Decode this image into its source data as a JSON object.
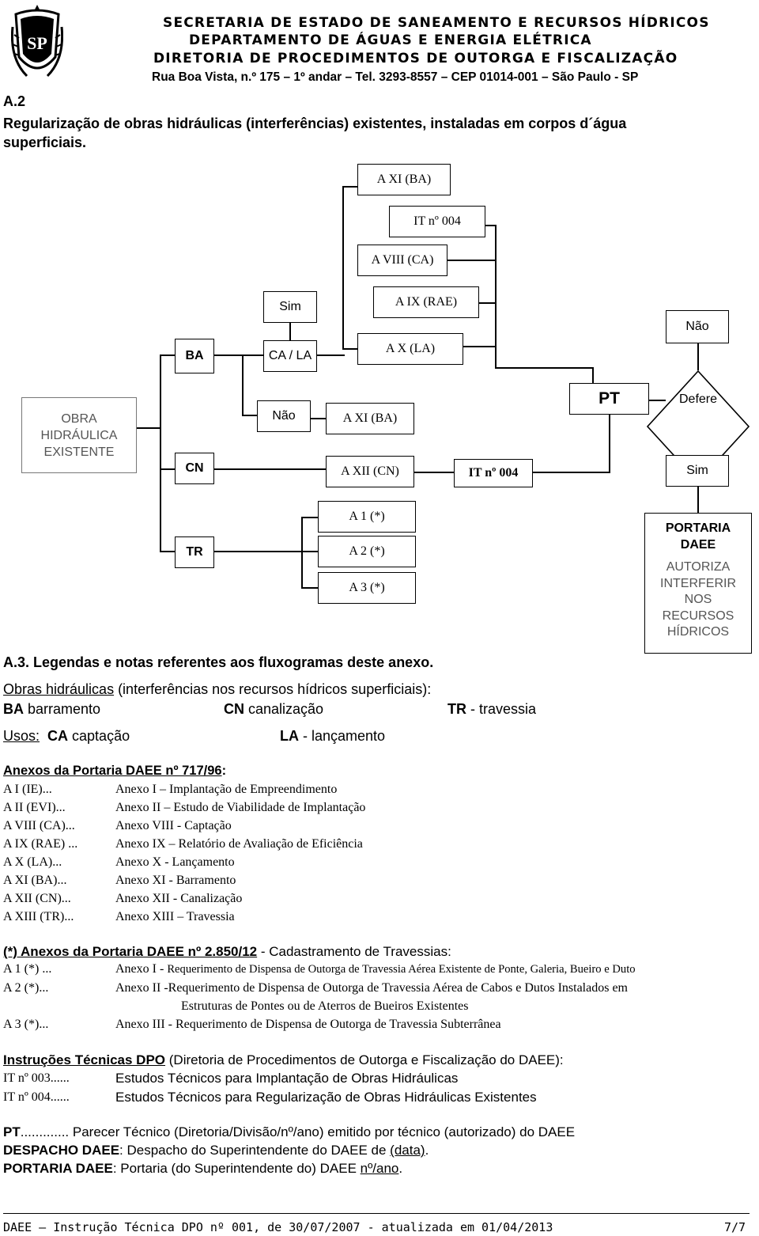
{
  "header": {
    "line1": "SECRETARIA DE ESTADO DE SANEAMENTO E RECURSOS HÍDRICOS",
    "line2": "DEPARTAMENTO DE ÁGUAS E ENERGIA ELÉTRICA",
    "line3": "DIRETORIA DE PROCEDIMENTOS DE OUTORGA E FISCALIZAÇÃO",
    "line4": "Rua Boa Vista, n.º 175 – 1º andar – Tel. 3293-8557 – CEP 01014-001 – São Paulo - SP",
    "logo_text": "SP"
  },
  "section_a2": {
    "number": "A.2",
    "title_line1": "Regularização de obras hidráulicas (interferências) existentes, instaladas em corpos d´água",
    "title_line2": "superficiais."
  },
  "flowchart": {
    "obra": [
      "OBRA",
      "HIDRÁULICA",
      "EXISTENTE"
    ],
    "ba": "BA",
    "cn": "CN",
    "tr": "TR",
    "sim1": "Sim",
    "cala": "CA / LA",
    "nao1": "Não",
    "axi_top": "A XI (BA)",
    "it004_top": "IT nº 004",
    "aviii": "A VIII (CA)",
    "aix": "A IX (RAE)",
    "ax": "A X (LA)",
    "axi_mid": "A XI (BA)",
    "axii": "A XII (CN)",
    "it004_mid": "IT nº 004",
    "a1": "A 1 (*)",
    "a2": "A 2 (*)",
    "a3": "A 3 (*)",
    "pt": "PT",
    "nao2": "Não",
    "defere": "Defere",
    "sim2": "Sim",
    "portaria_title": [
      "PORTARIA",
      "DAEE"
    ],
    "portaria_body": [
      "AUTORIZA",
      "INTERFERIR",
      "NOS",
      "RECURSOS",
      "HÍDRICOS"
    ]
  },
  "section_a3": {
    "title": "A.3.  Legendas e notas referentes aos fluxogramas deste anexo.",
    "obras_label": "Obras hidráulicas",
    "obras_rest": " (interferências nos recursos hídricos superficiais):",
    "ba_abbr": "BA",
    "ba_desc": "  barramento",
    "cn_abbr": "CN",
    "cn_desc": "  canalização",
    "tr_abbr": "TR",
    "tr_desc": " - travessia",
    "usos_label": "Usos:",
    "ca_abbr": "CA",
    "ca_desc": "  captação",
    "la_abbr": "LA",
    "la_desc": " - lançamento"
  },
  "anexos": {
    "heading": "Anexos da Portaria DAEE nº 717/96",
    "heading_colon": ":",
    "items": [
      {
        "code": "A I  (IE)...",
        "desc": "Anexo I – Implantação de Empreendimento"
      },
      {
        "code": "A II  (EVI)...",
        "desc": "Anexo II – Estudo de Viabilidade de Implantação"
      },
      {
        "code": "A VIII  (CA)...",
        "desc": "Anexo VIII - Captação"
      },
      {
        "code": "A IX  (RAE) ...",
        "desc": "Anexo IX – Relatório de Avaliação de Eficiência"
      },
      {
        "code": "A X  (LA)...",
        "desc": "Anexo X - Lançamento"
      },
      {
        "code": "A XI  (BA)...",
        "desc": "Anexo XI - Barramento"
      },
      {
        "code": "A XII  (CN)...",
        "desc": "Anexo XII - Canalização"
      },
      {
        "code": "A XIII  (TR)...",
        "desc": "Anexo XIII – Travessia"
      }
    ]
  },
  "travessias": {
    "heading": "(*) Anexos da Portaria DAEE nº 2.850/12",
    "heading_rest": " - Cadastramento de Travessias:",
    "items": [
      {
        "code": "A 1 (*) ...",
        "prefix": "Anexo I - ",
        "desc": "Requerimento de Dispensa de Outorga de Travessia Aérea Existente de Ponte, Galeria, Bueiro e Duto"
      },
      {
        "code": "A 2 (*)...",
        "prefix": "",
        "desc": "Anexo II -Requerimento de Dispensa de Outorga de Travessia Aérea de Cabos e Dutos Instalados em"
      },
      {
        "code": "A 3 (*)...",
        "prefix": "",
        "desc": "Anexo III - Requerimento de Dispensa de Outorga de Travessia Subterrânea"
      }
    ],
    "a2_cont": "Estruturas de Pontes ou de Aterros de Bueiros Existentes"
  },
  "instrucoes": {
    "label": "Instruções Técnicas DPO",
    "rest": " (Diretoria de Procedimentos de Outorga e Fiscalização do DAEE):",
    "items": [
      {
        "code": "IT nº 003......",
        "desc": "Estudos Técnicos para Implantação de Obras Hidráulicas"
      },
      {
        "code": "IT nº 004......",
        "desc": "Estudos Técnicos para Regularização de Obras Hidráulicas Existentes"
      }
    ]
  },
  "definitions": {
    "pt_label": "PT",
    "pt_rest": "............. Parecer Técnico (Diretoria/Divisão/nº/ano) emitido por técnico (autorizado) do DAEE",
    "despacho_label": "DESPACHO DAEE",
    "despacho_rest": ": Despacho do Superintendente do DAEE de ",
    "despacho_date": "(data)",
    "despacho_end": ".",
    "portaria_label": "PORTARIA DAEE",
    "portaria_rest": ": Portaria (do Superintendente do) DAEE ",
    "portaria_num": "nº/ano",
    "portaria_end": "."
  },
  "footer": {
    "text": "DAEE – Instrução Técnica DPO nº 001, de 30/07/2007 - atualizada em 01/04/2013",
    "page": "7/7"
  }
}
